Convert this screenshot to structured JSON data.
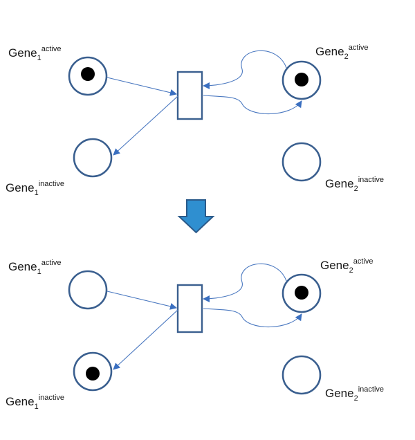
{
  "colors": {
    "place_stroke": "#3a5f8f",
    "arc": "#4a78c0",
    "arrow_fill": "#2f8fd0",
    "arrow_stroke": "#2b5a8a",
    "token": "#000000"
  },
  "labels": {
    "gene": "Gene",
    "sub1": "1",
    "sub2": "2",
    "active": "active",
    "inactive": "inactive"
  },
  "states": [
    {
      "gene1_active_token": true,
      "gene1_inactive_token": false,
      "gene2_active_token": true,
      "gene2_inactive_token": false
    },
    {
      "gene1_active_token": false,
      "gene1_inactive_token": true,
      "gene2_active_token": true,
      "gene2_inactive_token": false
    }
  ],
  "transition_arrow_icon": "down-arrow-icon"
}
